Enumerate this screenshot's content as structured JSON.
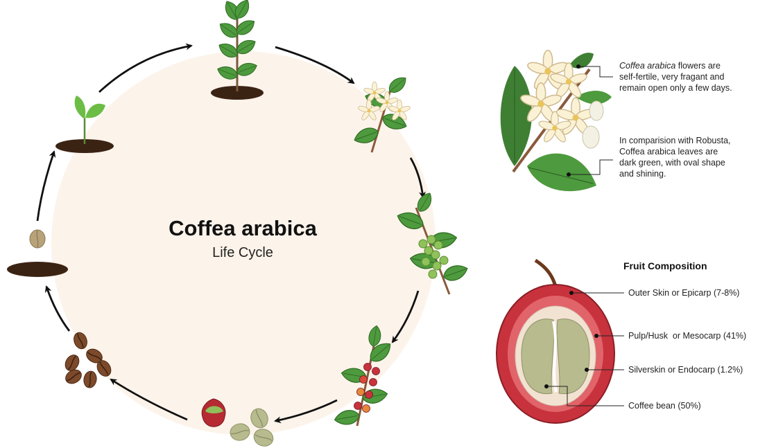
{
  "title": "Coffea arabica",
  "subtitle": "Life Cycle",
  "stages": [
    "seedling",
    "young plant",
    "flowering branch",
    "green fruit branch",
    "ripe fruit branch",
    "harvested fruit and beans",
    "roasted beans",
    "seed bean in soil"
  ],
  "flower_note": {
    "italic": "Coffea arabica",
    "line1_rest": " flowers are",
    "line2": "self-fertile, very fragant and",
    "line3": "remain open only a few days."
  },
  "leaf_note": {
    "line1": "In comparision with Robusta,",
    "line2": "Coffea arabica leaves are",
    "line3": "dark green, with oval shape",
    "line4": "and shining."
  },
  "fruit_composition": {
    "title": "Fruit Composition",
    "items": [
      {
        "label": "Outer Skin or Epicarp (7-8%)"
      },
      {
        "label": "Pulp/Husk  or Mesocarp (41%)"
      },
      {
        "label": "Silverskin or Endocarp (1.2%)"
      },
      {
        "label": "Coffee bean (50%)"
      }
    ]
  },
  "colors": {
    "circle_fill": "#fcf3ea",
    "arrow": "#111111",
    "soil": "#3b2314",
    "leaf": "#4e9a3e",
    "fruit_red": "#c8323c",
    "bean_green": "#b7bb8e"
  }
}
